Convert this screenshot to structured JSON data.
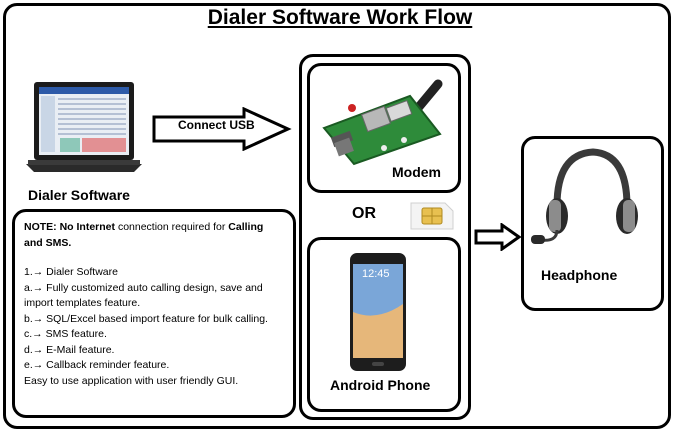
{
  "title": "Dialer Software Work Flow",
  "laptop": {
    "label": "Dialer Software"
  },
  "connector": {
    "label": "Connect USB"
  },
  "modem": {
    "label": "Modem"
  },
  "or_text": "OR",
  "phone": {
    "label": "Android Phone",
    "clock": "12:45"
  },
  "headphone": {
    "label": "Headphone"
  },
  "note": {
    "heading_prefix": "NOTE:",
    "heading_bold": "No Internet",
    "heading_text": "connection required for",
    "heading_bold2": "Calling",
    "heading_bold3": "and SMS.",
    "lines": [
      "1.→ Dialer Software",
      "a.→ Fully customized auto calling design, save and import templates feature.",
      "b.→ SQL/Excel based import feature for bulk calling.",
      "c.→ SMS feature.",
      "d.→ E-Mail feature.",
      "e.→ Callback reminder feature.",
      "Easy to use application with user friendly GUI."
    ]
  }
}
